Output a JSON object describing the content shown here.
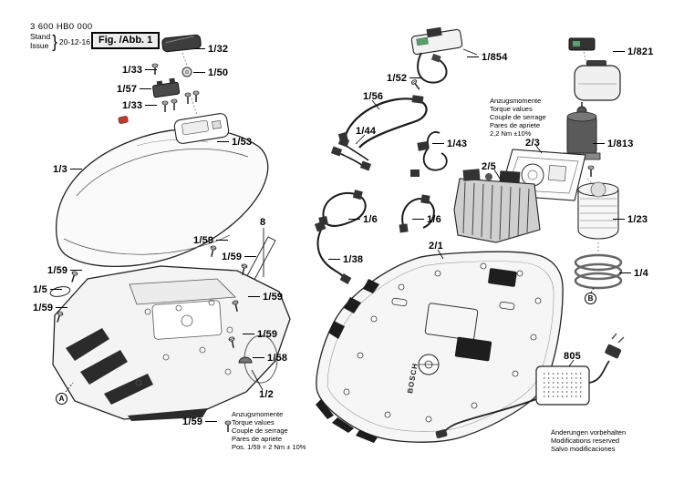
{
  "header": {
    "part_number": "3 600 HB0 000",
    "stand_label": "Stand",
    "issue_label": "Issue",
    "brace": "}",
    "date": "20-12-16",
    "fig_label": "Fig. /Abb. 1"
  },
  "labels": [
    "1/32",
    "1/33",
    "1/50",
    "1/57",
    "1/33",
    "1/53",
    "1/3",
    "1/854",
    "1/52",
    "1/56",
    "1/44",
    "1/43",
    "1/821",
    "2/3",
    "1/813",
    "2/5",
    "1/23",
    "1/6",
    "1/6",
    "8",
    "1/59",
    "1/59",
    "1/59",
    "1/5",
    "1/59",
    "1/59",
    "1/59",
    "1/58",
    "1/38",
    "2/1",
    "1/4",
    "805",
    "1/2",
    "1/59"
  ],
  "markers": {
    "a": "A",
    "b": "B"
  },
  "notes": {
    "torque_right": {
      "lines": [
        "Anzugsmomente",
        "Torque values",
        "Couple de serrage",
        "Pares de apriete",
        "2,2 Nm ±10%"
      ]
    },
    "torque_bottom": {
      "lines": [
        "Anzugsmomente",
        "Torque values",
        "Couple de serrage",
        "Pares de apriete",
        "Pos.  1/59 = 2 Nm ± 10%"
      ]
    },
    "revisions": {
      "lines": [
        "Änderungen vorbehalten",
        "Modifications reserved",
        "Salvo modificaciones"
      ]
    }
  },
  "brand": {
    "logo_text": "BOSCH"
  },
  "colors": {
    "line": "#222222",
    "stop_button_red": "#c0392b",
    "pcb_green": "#58a06a",
    "dark_part": "#2b2b2b"
  }
}
